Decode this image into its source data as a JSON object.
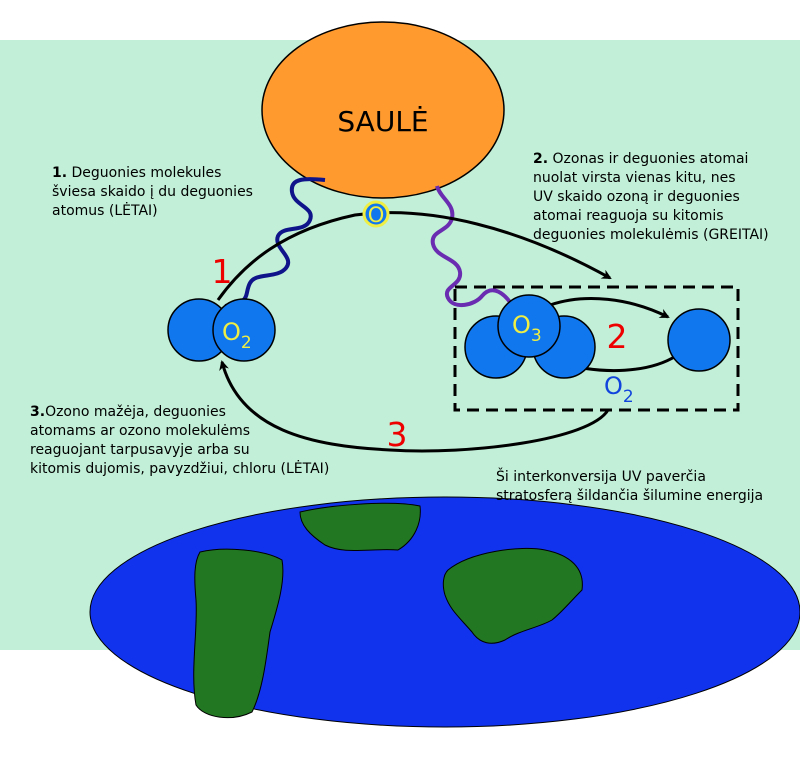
{
  "sun": {
    "label": "SAULĖ"
  },
  "oxygen_atom": {
    "label": "O"
  },
  "o2_left": {
    "main": "O",
    "sub": "2"
  },
  "o3": {
    "main": "O",
    "sub": "3"
  },
  "o2_right": {
    "main": "O",
    "sub": "2"
  },
  "steps": {
    "one": {
      "number": "1"
    },
    "two": {
      "number": "2"
    },
    "three": {
      "number": "3"
    }
  },
  "captions": {
    "step1": {
      "bold": "1.",
      "lines": [
        " Deguonies molekules",
        "šviesa skaido į du deguonies",
        "atomus (LĖTAI)"
      ]
    },
    "step2": {
      "bold": "2.",
      "lines": [
        " Ozonas ir deguonies atomai",
        "nuolat virsta vienas kitu, nes",
        "UV skaido ozoną ir deguonies",
        "atomai reaguoja su kitomis",
        "deguonies molekulėmis (GREITAI)"
      ]
    },
    "step3": {
      "bold": "3.",
      "lines": [
        "Ozono mažėja, deguonies",
        "atomams ar ozono molekulėms",
        "reaguojant tarpusavyje arba su",
        "kitomis dujomis, pavyzdžiui, chloru (LĖTAI)"
      ]
    },
    "summary": {
      "lines": [
        "Ši interkonversija UV paverčia",
        "stratosferą šildančia šilumine energija"
      ]
    }
  },
  "colors": {
    "sky": "#c1efd7",
    "sun": "#ff9a2e",
    "molecule": "#1177ee",
    "earth": "#1133ee",
    "land": "#227722",
    "uv_blue": "#10148a",
    "uv_violet": "#6a2cb0",
    "step_number": "#ee0000",
    "o2_label": "#1144dd",
    "formula_text": "#eeee44"
  }
}
